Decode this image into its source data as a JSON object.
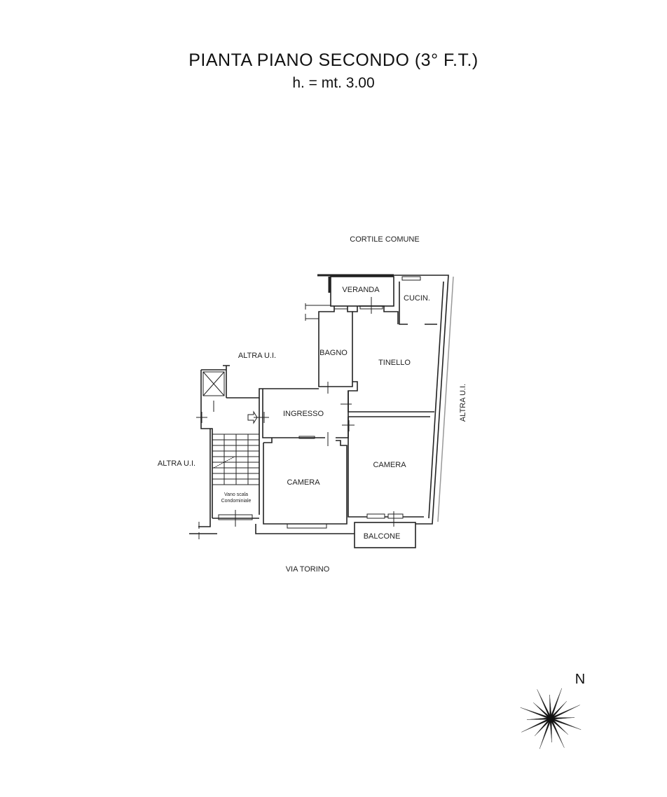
{
  "header": {
    "title": "PIANTA PIANO SECONDO (3° F.T.)",
    "subtitle": "h. = mt. 3.00"
  },
  "plan": {
    "surroundings": {
      "north": "CORTILE COMUNE",
      "south": "VIA TORINO",
      "west": "ALTRA U.I.",
      "northwest": "ALTRA U.I.",
      "east": "ALTRA U.I."
    },
    "rooms": {
      "veranda": "VERANDA",
      "cucina": "CUCIN.",
      "bagno": "BAGNO",
      "tinello": "TINELLO",
      "ingresso": "INGRESSO",
      "camera_left": "CAMERA",
      "camera_right": "CAMERA",
      "balcone": "BALCONE",
      "stair_line1": "Vano scala",
      "stair_line2": "Condominiale"
    }
  },
  "compass": {
    "label": "N"
  }
}
